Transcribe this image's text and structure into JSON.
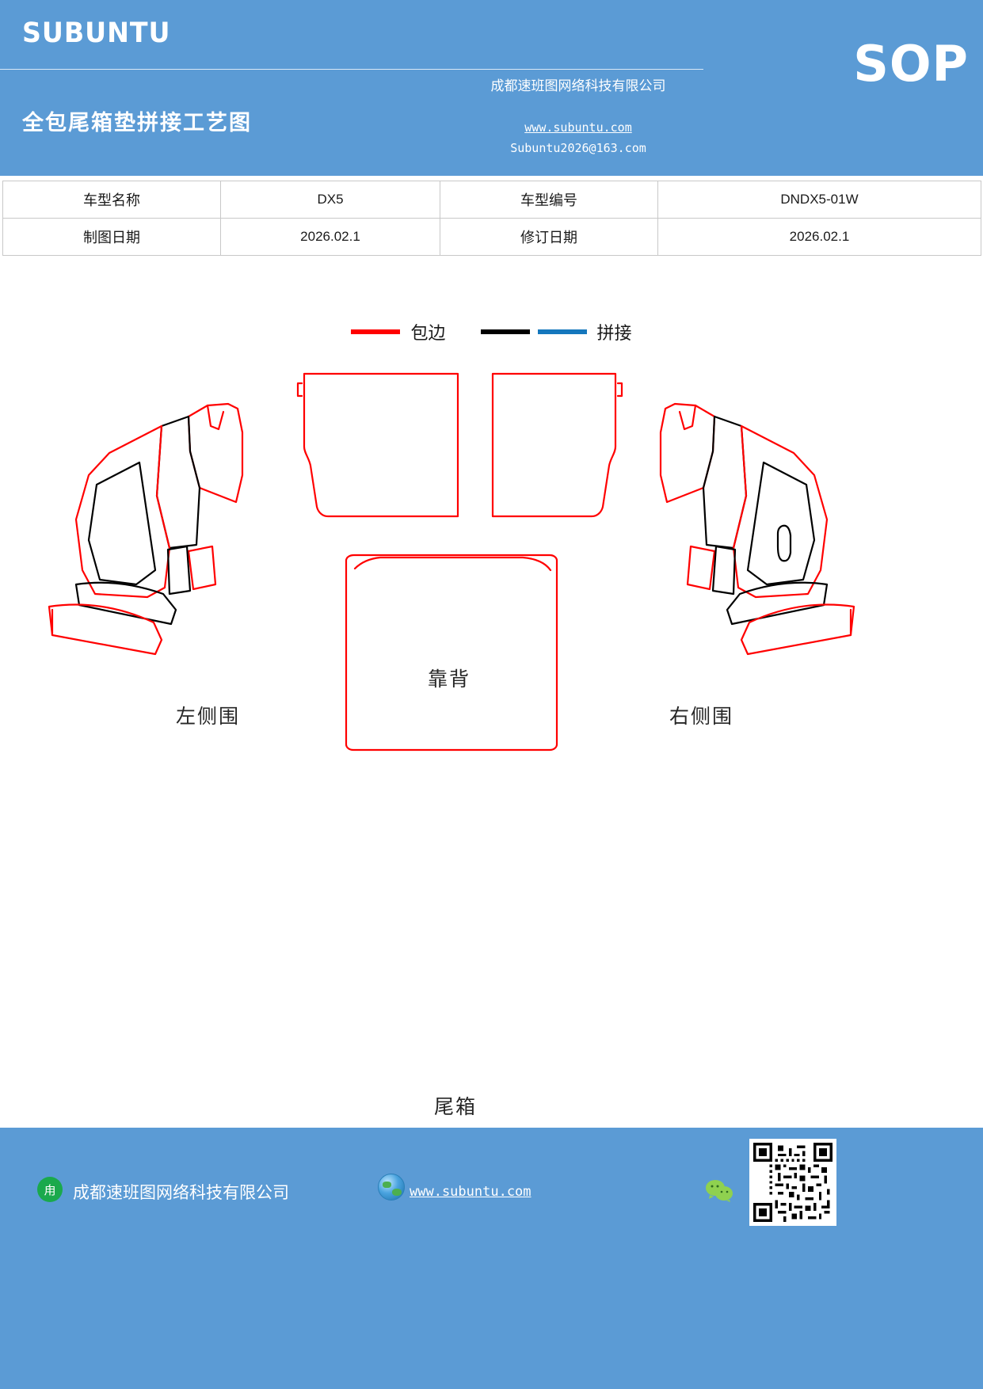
{
  "header": {
    "brand": "SUBUNTU",
    "sop_badge": "SOP",
    "doc_title": "全包尾箱垫拼接工艺图",
    "company": "成都速班图网络科技有限公司",
    "website": "www.subuntu.com",
    "email": "Subuntu2026@163.com",
    "bg_color": "#5b9bd5"
  },
  "info_table": {
    "rows": [
      {
        "label1": "车型名称",
        "value1": "DX5",
        "label2": "车型编号",
        "value2": "DNDX5-01W"
      },
      {
        "label1": "制图日期",
        "value1": "2026.02.1",
        "label2": "修订日期",
        "value2": "2026.02.1"
      }
    ]
  },
  "legend": {
    "items": [
      {
        "label": "包边",
        "colors": [
          "#ff0000"
        ]
      },
      {
        "label": "拼接",
        "colors": [
          "#000000",
          "#1577bd"
        ]
      }
    ]
  },
  "diagram": {
    "parts": [
      {
        "id": "backrest",
        "label": "靠背"
      },
      {
        "id": "left-side",
        "label": "左侧围"
      },
      {
        "id": "right-side",
        "label": "右侧围"
      },
      {
        "id": "trunk",
        "label": "尾箱"
      }
    ],
    "line_colors": {
      "binding": "#ff0000",
      "seam": "#000000",
      "seam_alt": "#1577bd"
    }
  },
  "footer": {
    "company": "成都速班图网络科技有限公司",
    "website": "www.subuntu.com",
    "bg_color": "#5b9bd5",
    "badge_text": "甪"
  }
}
